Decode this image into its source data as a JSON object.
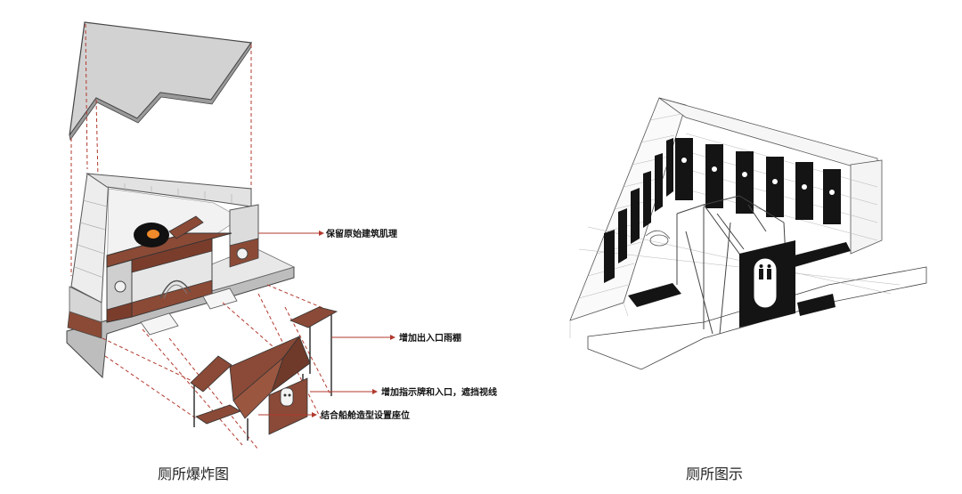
{
  "left_diagram": {
    "caption": "厕所爆炸图",
    "annotations": [
      {
        "id": "a1",
        "text": "保留原始建筑肌理"
      },
      {
        "id": "a2",
        "text": "增加出入口雨棚"
      },
      {
        "id": "a3",
        "text": "增加指示牌和入口，遮挡视线"
      },
      {
        "id": "a4",
        "text": "结合船舱造型设置座位"
      }
    ]
  },
  "right_diagram": {
    "caption": "厕所图示"
  },
  "colors": {
    "roof": "#d2d2d2",
    "brick": "#8b4a36",
    "canopy": "#8a4a37",
    "leader": "#b23a2e",
    "wall": "#e4e4e4",
    "black_panel": "#141414"
  }
}
